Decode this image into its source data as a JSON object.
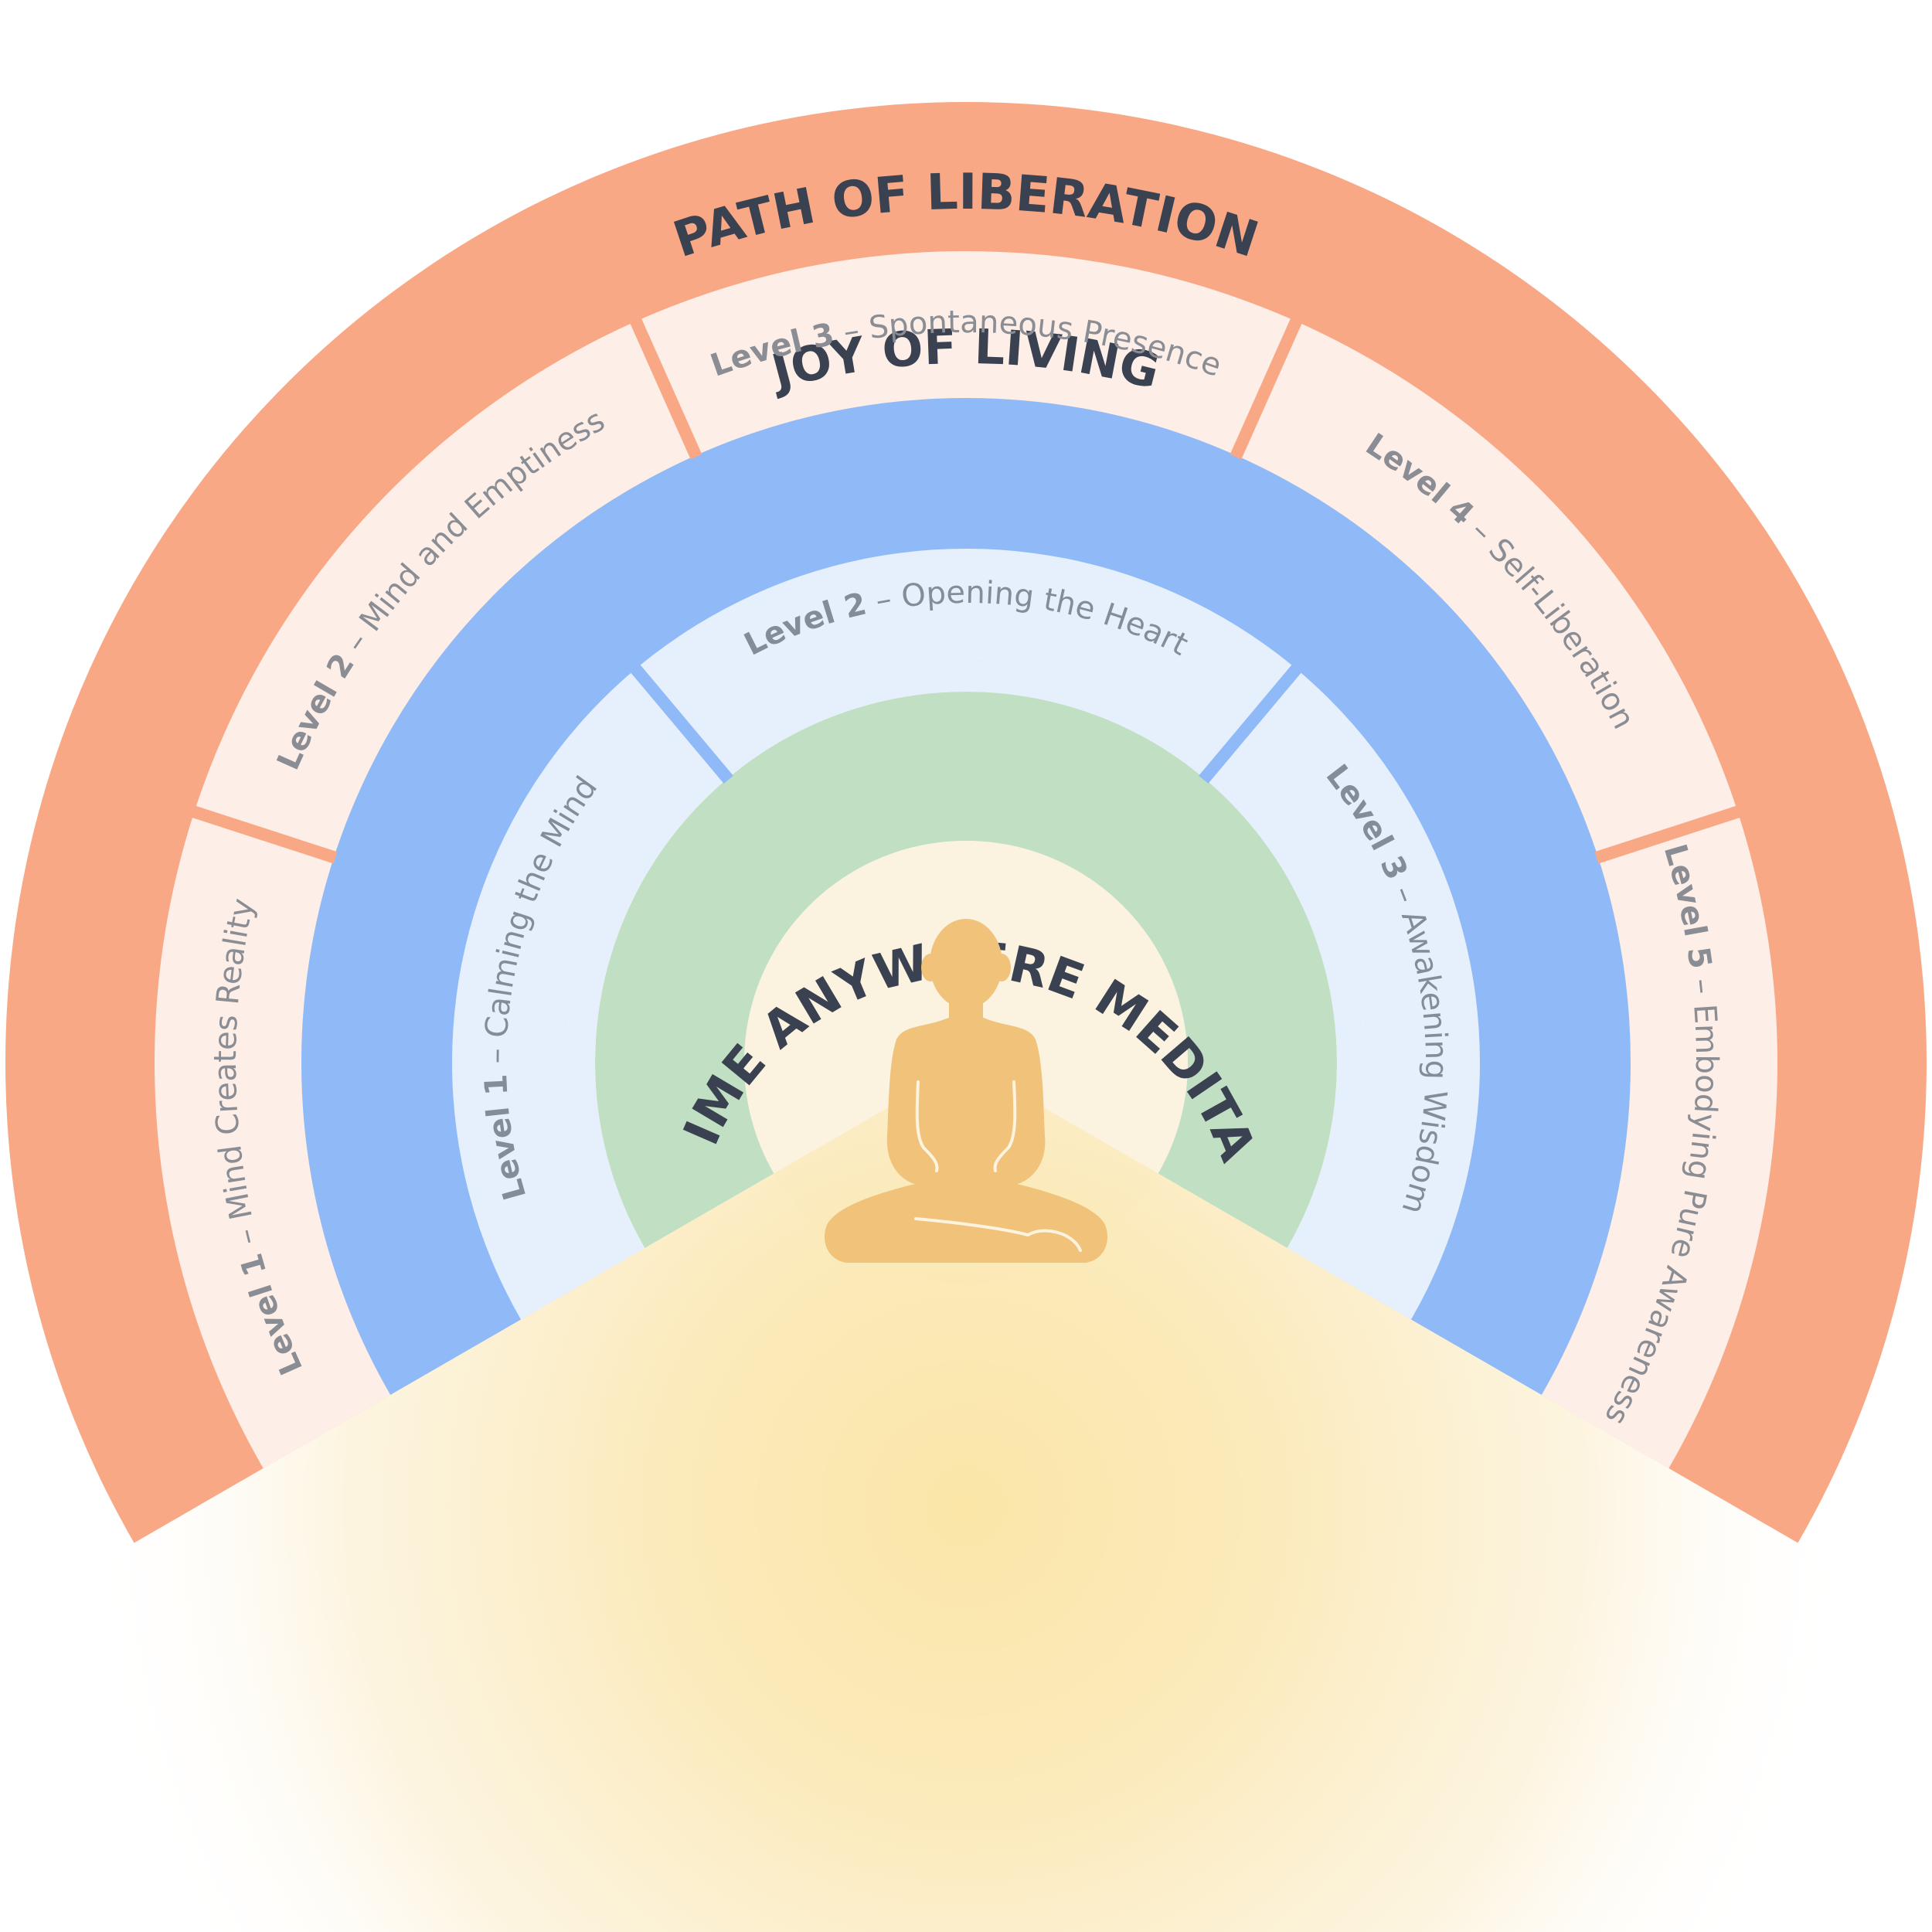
{
  "outer_ring": {
    "title": "PATH OF LIBERATION",
    "levels": [
      {
        "level": "Level 1",
        "name": "Mind Creates Reality"
      },
      {
        "level": "Level 2",
        "name": "Mind and Emptiness"
      },
      {
        "level": "Level 3",
        "name": "Spontaneous Presence"
      },
      {
        "level": "Level 4",
        "name": "Self-Liberation"
      },
      {
        "level": "Level 5",
        "name": "Embodying Pure Awareness"
      }
    ]
  },
  "middle_ring": {
    "title": "JOY OF LIVING",
    "levels": [
      {
        "level": "Level 1",
        "name": "Calming the Mind"
      },
      {
        "level": "Level 2",
        "name": "Opening the Heart"
      },
      {
        "level": "Level 3",
        "name": "Awakening Wisdom"
      }
    ]
  },
  "inner_ring": {
    "title": "ANYTIME ANYWHERE MEDITATION"
  },
  "center": {
    "icon": "meditating-figure-icon"
  },
  "colors": {
    "outer_band": "#f9a886",
    "outer_segment": "#fdeee7",
    "middle_band": "#8fbaf7",
    "middle_segment": "#e6f0fd",
    "inner_band": "#c1e0c3",
    "center_fill": "#fbf2e0",
    "figure": "#f0c27a",
    "glow": "#fbe7b4",
    "text_dark": "#3a4150",
    "text_gray": "#8a8d93"
  }
}
